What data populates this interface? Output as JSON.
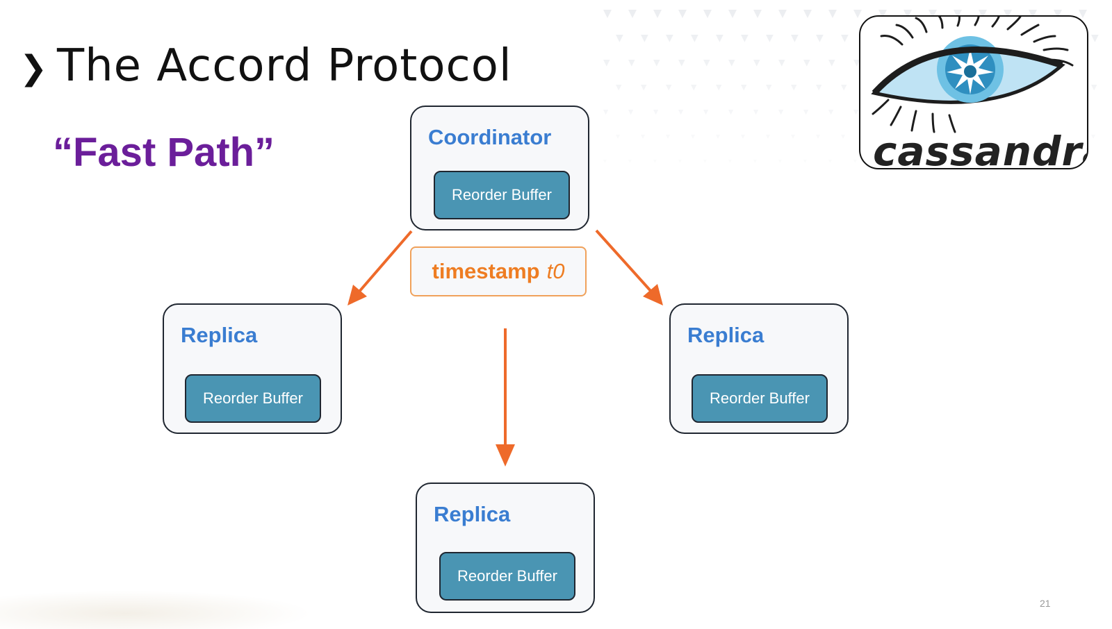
{
  "slide": {
    "chevron": "❯",
    "title": "The Accord Protocol",
    "subtitle": "“Fast Path”",
    "page_number": "21"
  },
  "logo": {
    "word": "cassandra",
    "icon": "cassandra-eye-logo"
  },
  "diagram": {
    "coordinator": {
      "title": "Coordinator",
      "buffer": "Reorder Buffer"
    },
    "message": {
      "label": "timestamp",
      "variable": "t0"
    },
    "replicas": [
      {
        "title": "Replica",
        "buffer": "Reorder Buffer"
      },
      {
        "title": "Replica",
        "buffer": "Reorder Buffer"
      },
      {
        "title": "Replica",
        "buffer": "Reorder Buffer"
      }
    ]
  },
  "colors": {
    "title_text": "#111111",
    "subtitle": "#6b1e9a",
    "node_title": "#3a7dd1",
    "buffer_fill": "#4a95b3",
    "arrow": "#ee6a2a",
    "timestamp_text": "#ee7d22",
    "timestamp_border": "#f0a15a"
  }
}
